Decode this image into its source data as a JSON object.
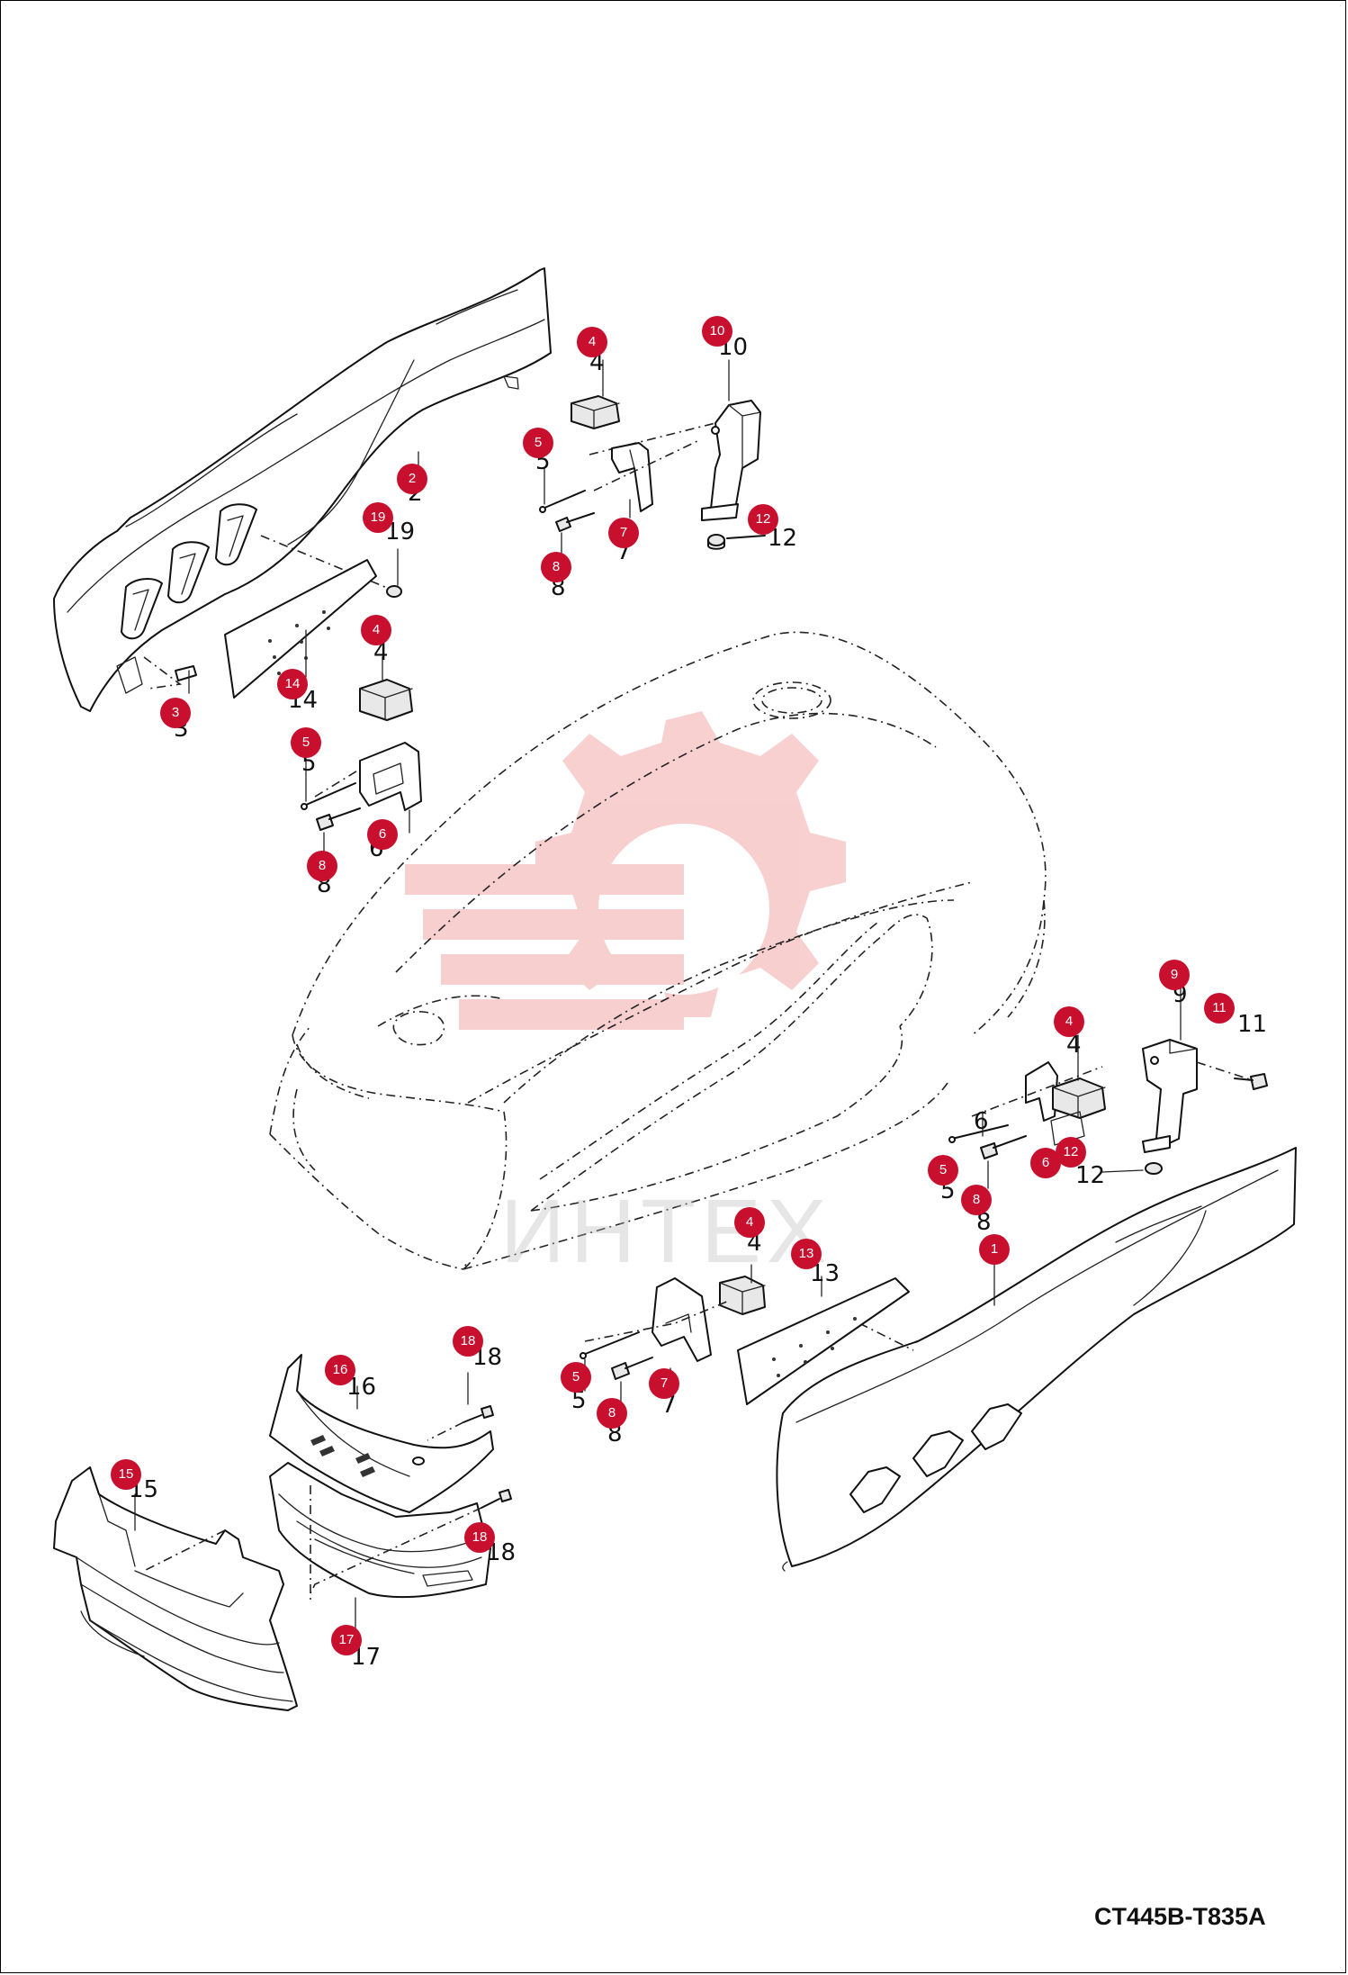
{
  "diagram_code": "CT445B-T835A",
  "watermark": {
    "text": "ИНТЕХ",
    "color": "#e02a2a"
  },
  "colors": {
    "callout": "#c8102e",
    "line": "#111111",
    "background": "#ffffff"
  },
  "callouts": [
    {
      "label": "1"
    },
    {
      "label": "2"
    },
    {
      "label": "3"
    },
    {
      "label": "4"
    },
    {
      "label": "4"
    },
    {
      "label": "4"
    },
    {
      "label": "4"
    },
    {
      "label": "5"
    },
    {
      "label": "5"
    },
    {
      "label": "5"
    },
    {
      "label": "5"
    },
    {
      "label": "6"
    },
    {
      "label": "6"
    },
    {
      "label": "7"
    },
    {
      "label": "7"
    },
    {
      "label": "8"
    },
    {
      "label": "8"
    },
    {
      "label": "8"
    },
    {
      "label": "8"
    },
    {
      "label": "9"
    },
    {
      "label": "10"
    },
    {
      "label": "11"
    },
    {
      "label": "12"
    },
    {
      "label": "12"
    },
    {
      "label": "13"
    },
    {
      "label": "14"
    },
    {
      "label": "15"
    },
    {
      "label": "16"
    },
    {
      "label": "17"
    },
    {
      "label": "18"
    },
    {
      "label": "18"
    },
    {
      "label": "19"
    }
  ],
  "part_numbers": [
    "2",
    "3",
    "4",
    "4",
    "4",
    "4",
    "5",
    "5",
    "5",
    "5",
    "6",
    "6",
    "7",
    "7",
    "8",
    "8",
    "8",
    "8",
    "9",
    "10",
    "11",
    "12",
    "12",
    "13",
    "14",
    "15",
    "16",
    "17",
    "18",
    "18",
    "19"
  ]
}
